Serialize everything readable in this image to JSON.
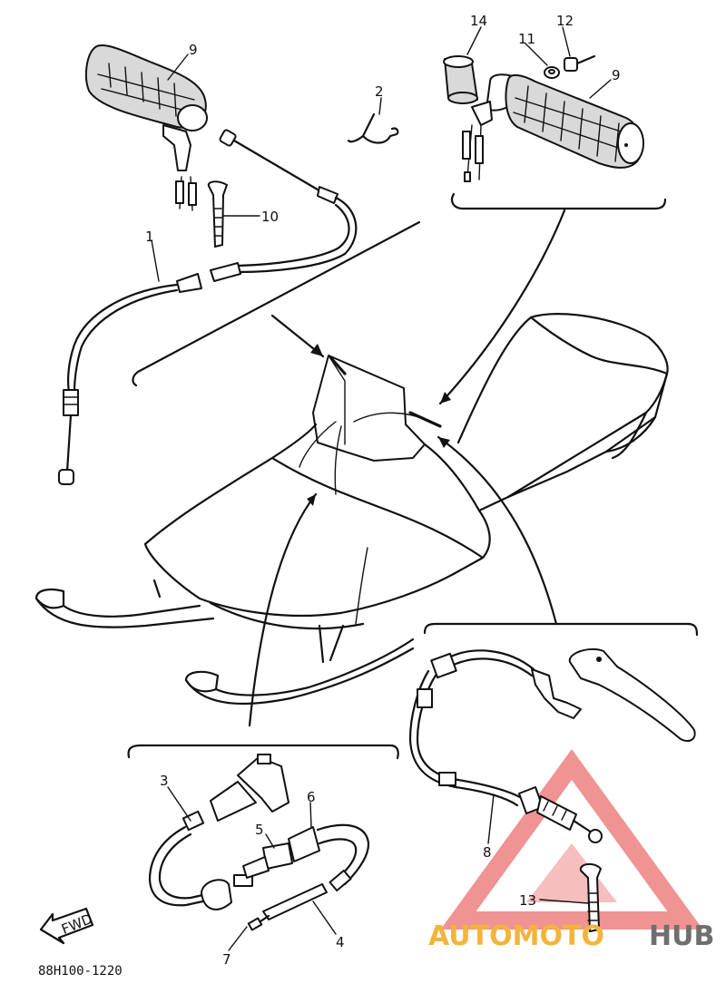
{
  "diagram_code": "88H100-1220",
  "fwd_label": "FWD",
  "watermark": {
    "part_a": "AUTOMOTO",
    "part_b": "HUB",
    "color_a": "#f4b43c",
    "color_b": "#6f6f6f",
    "triangle_color": "#e23b3b"
  },
  "callouts": [
    "1",
    "2",
    "3",
    "4",
    "5",
    "6",
    "7",
    "8",
    "9",
    "9",
    "10",
    "11",
    "12",
    "13",
    "14"
  ]
}
